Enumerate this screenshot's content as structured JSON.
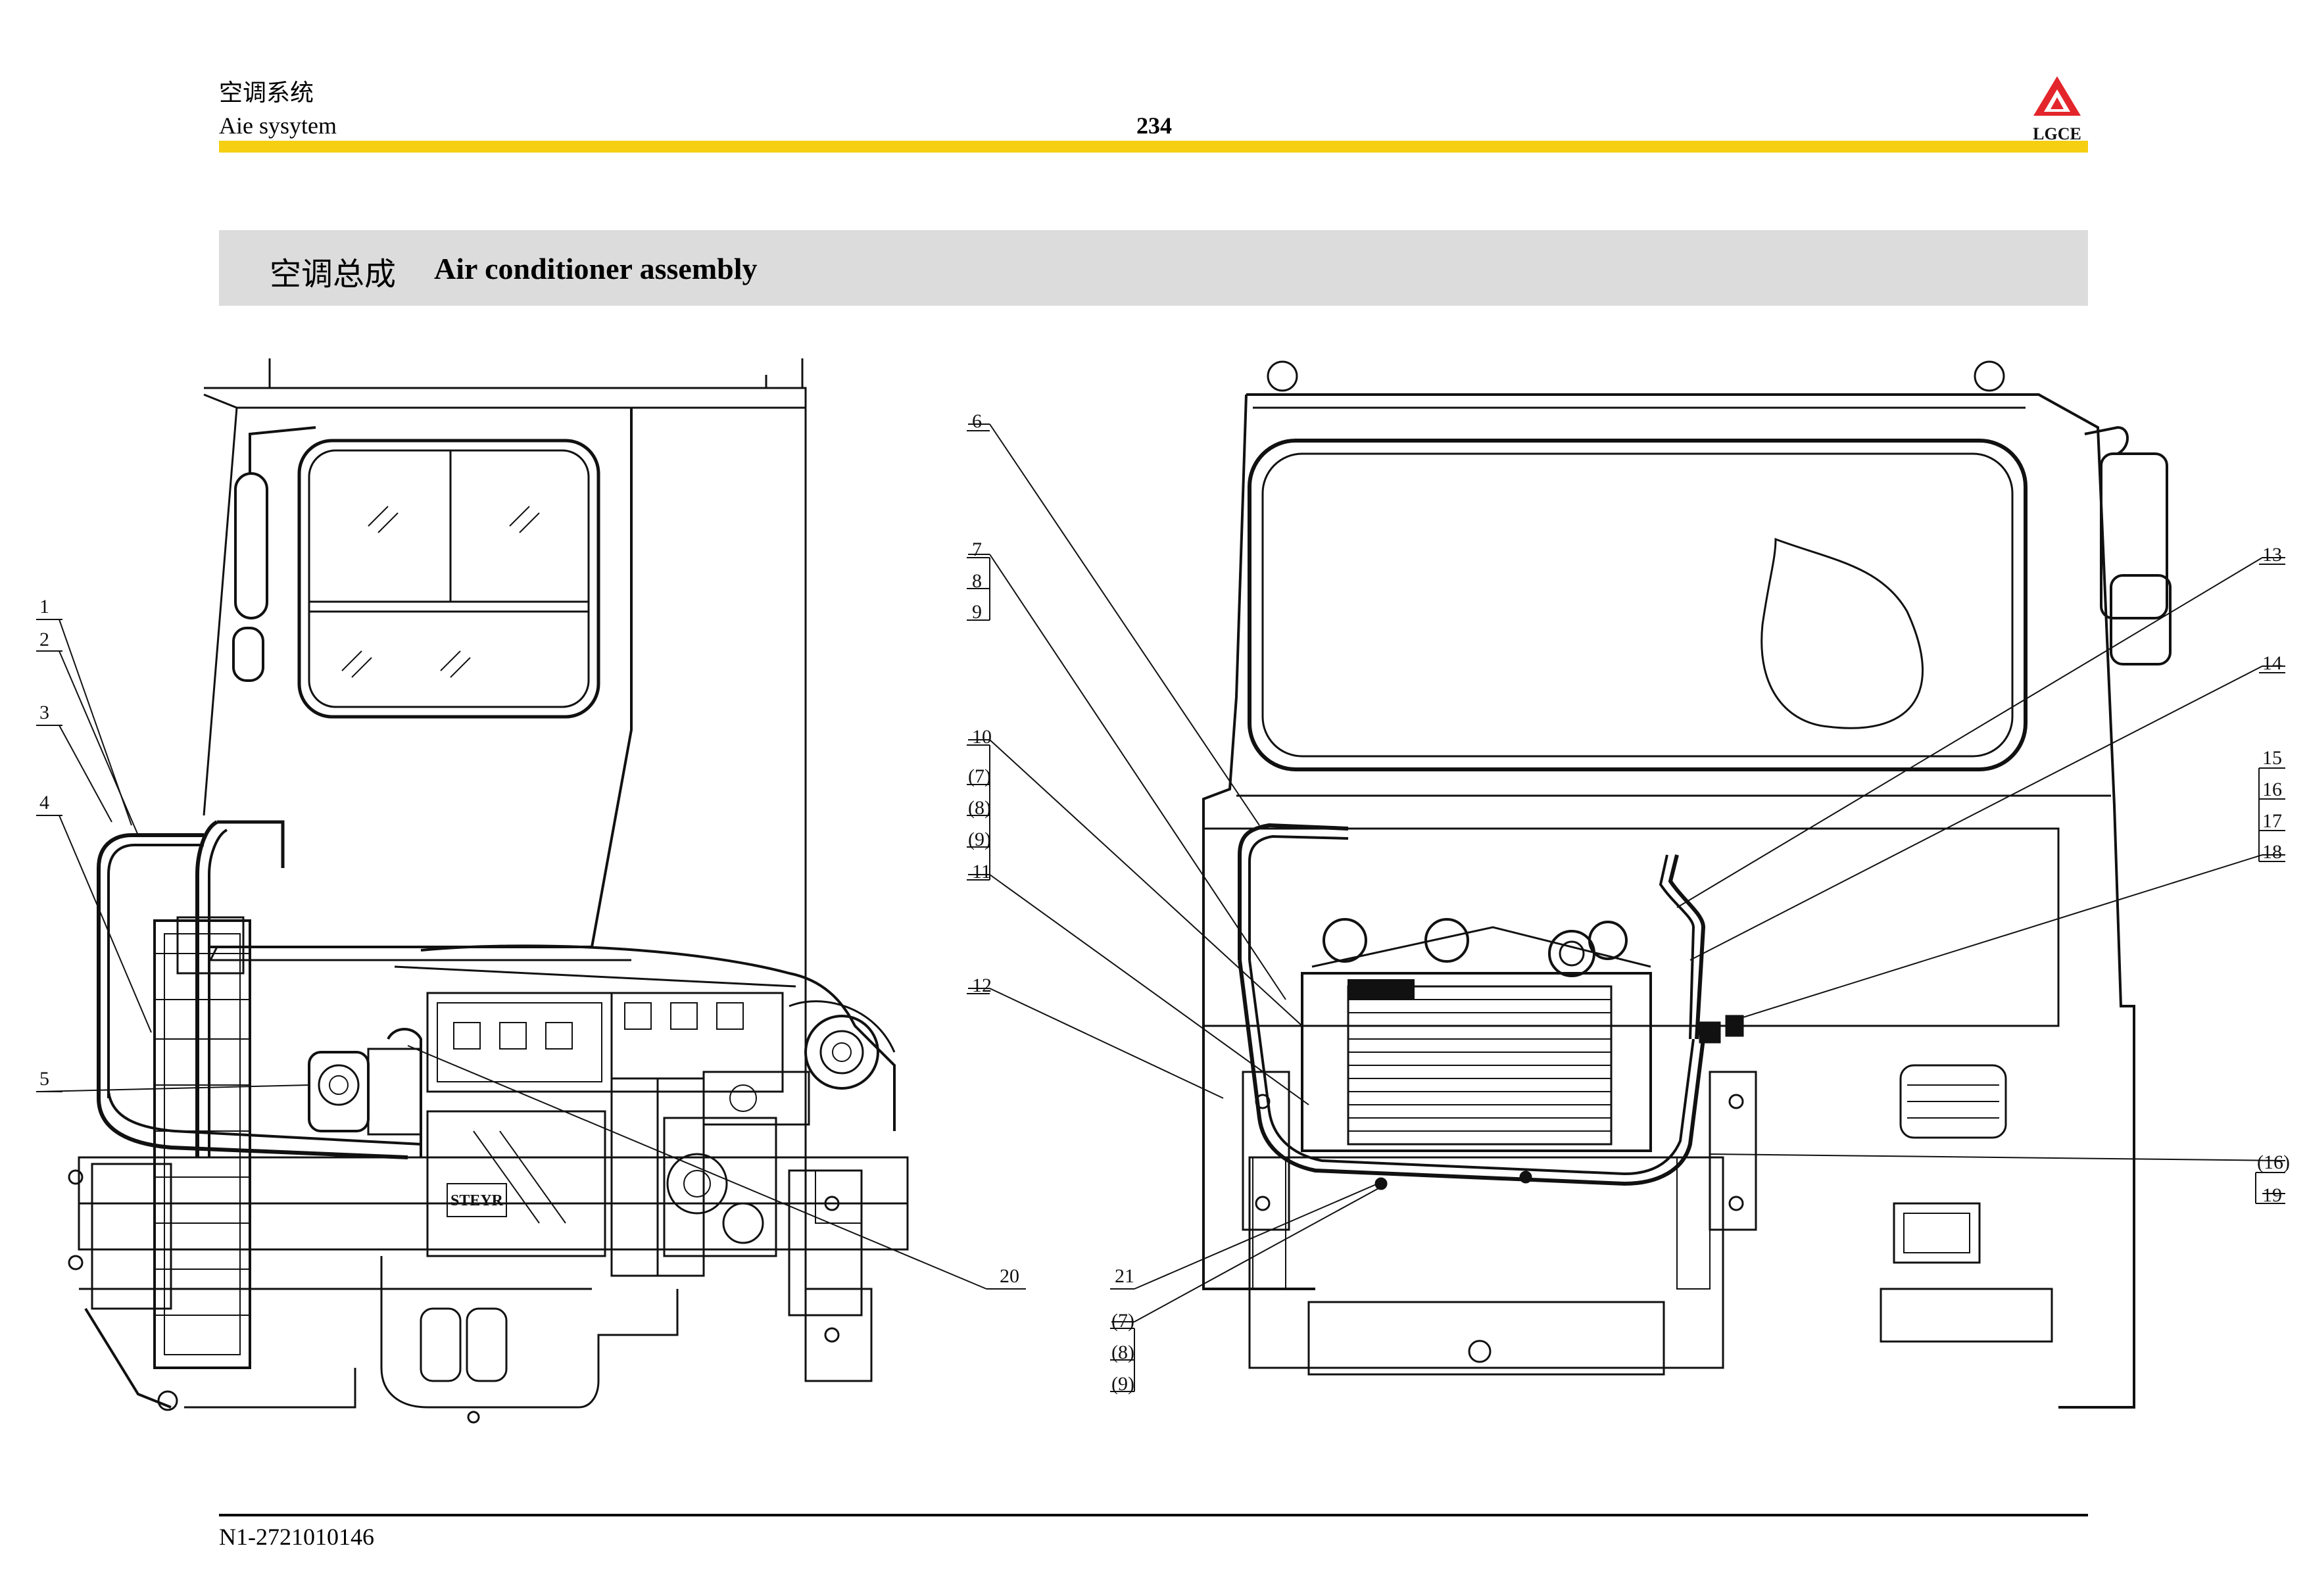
{
  "header": {
    "section_cn": "空调系统",
    "section_en": "Aie sysytem",
    "page_number": "234",
    "brand_color": "#f5cf12",
    "logo_text": "LGCE",
    "logo_color": "#e3262b"
  },
  "title": {
    "cn": "空调总成",
    "en": "Air conditioner assembly"
  },
  "callouts": {
    "left": [
      "1",
      "2",
      "3",
      "4",
      "5",
      "20"
    ],
    "right_left": [
      "6",
      "7",
      "8",
      "9",
      "10",
      "(7)",
      "(8)",
      "(9)",
      "11",
      "12"
    ],
    "right_bottom": [
      "21",
      "(7)",
      "(8)",
      "(9)"
    ],
    "right_right": [
      "13",
      "14",
      "15",
      "16",
      "17",
      "18",
      "(16)",
      "19"
    ]
  },
  "engine_plate": "STEYR",
  "footer": {
    "doc_code": "N1-2721010146"
  }
}
